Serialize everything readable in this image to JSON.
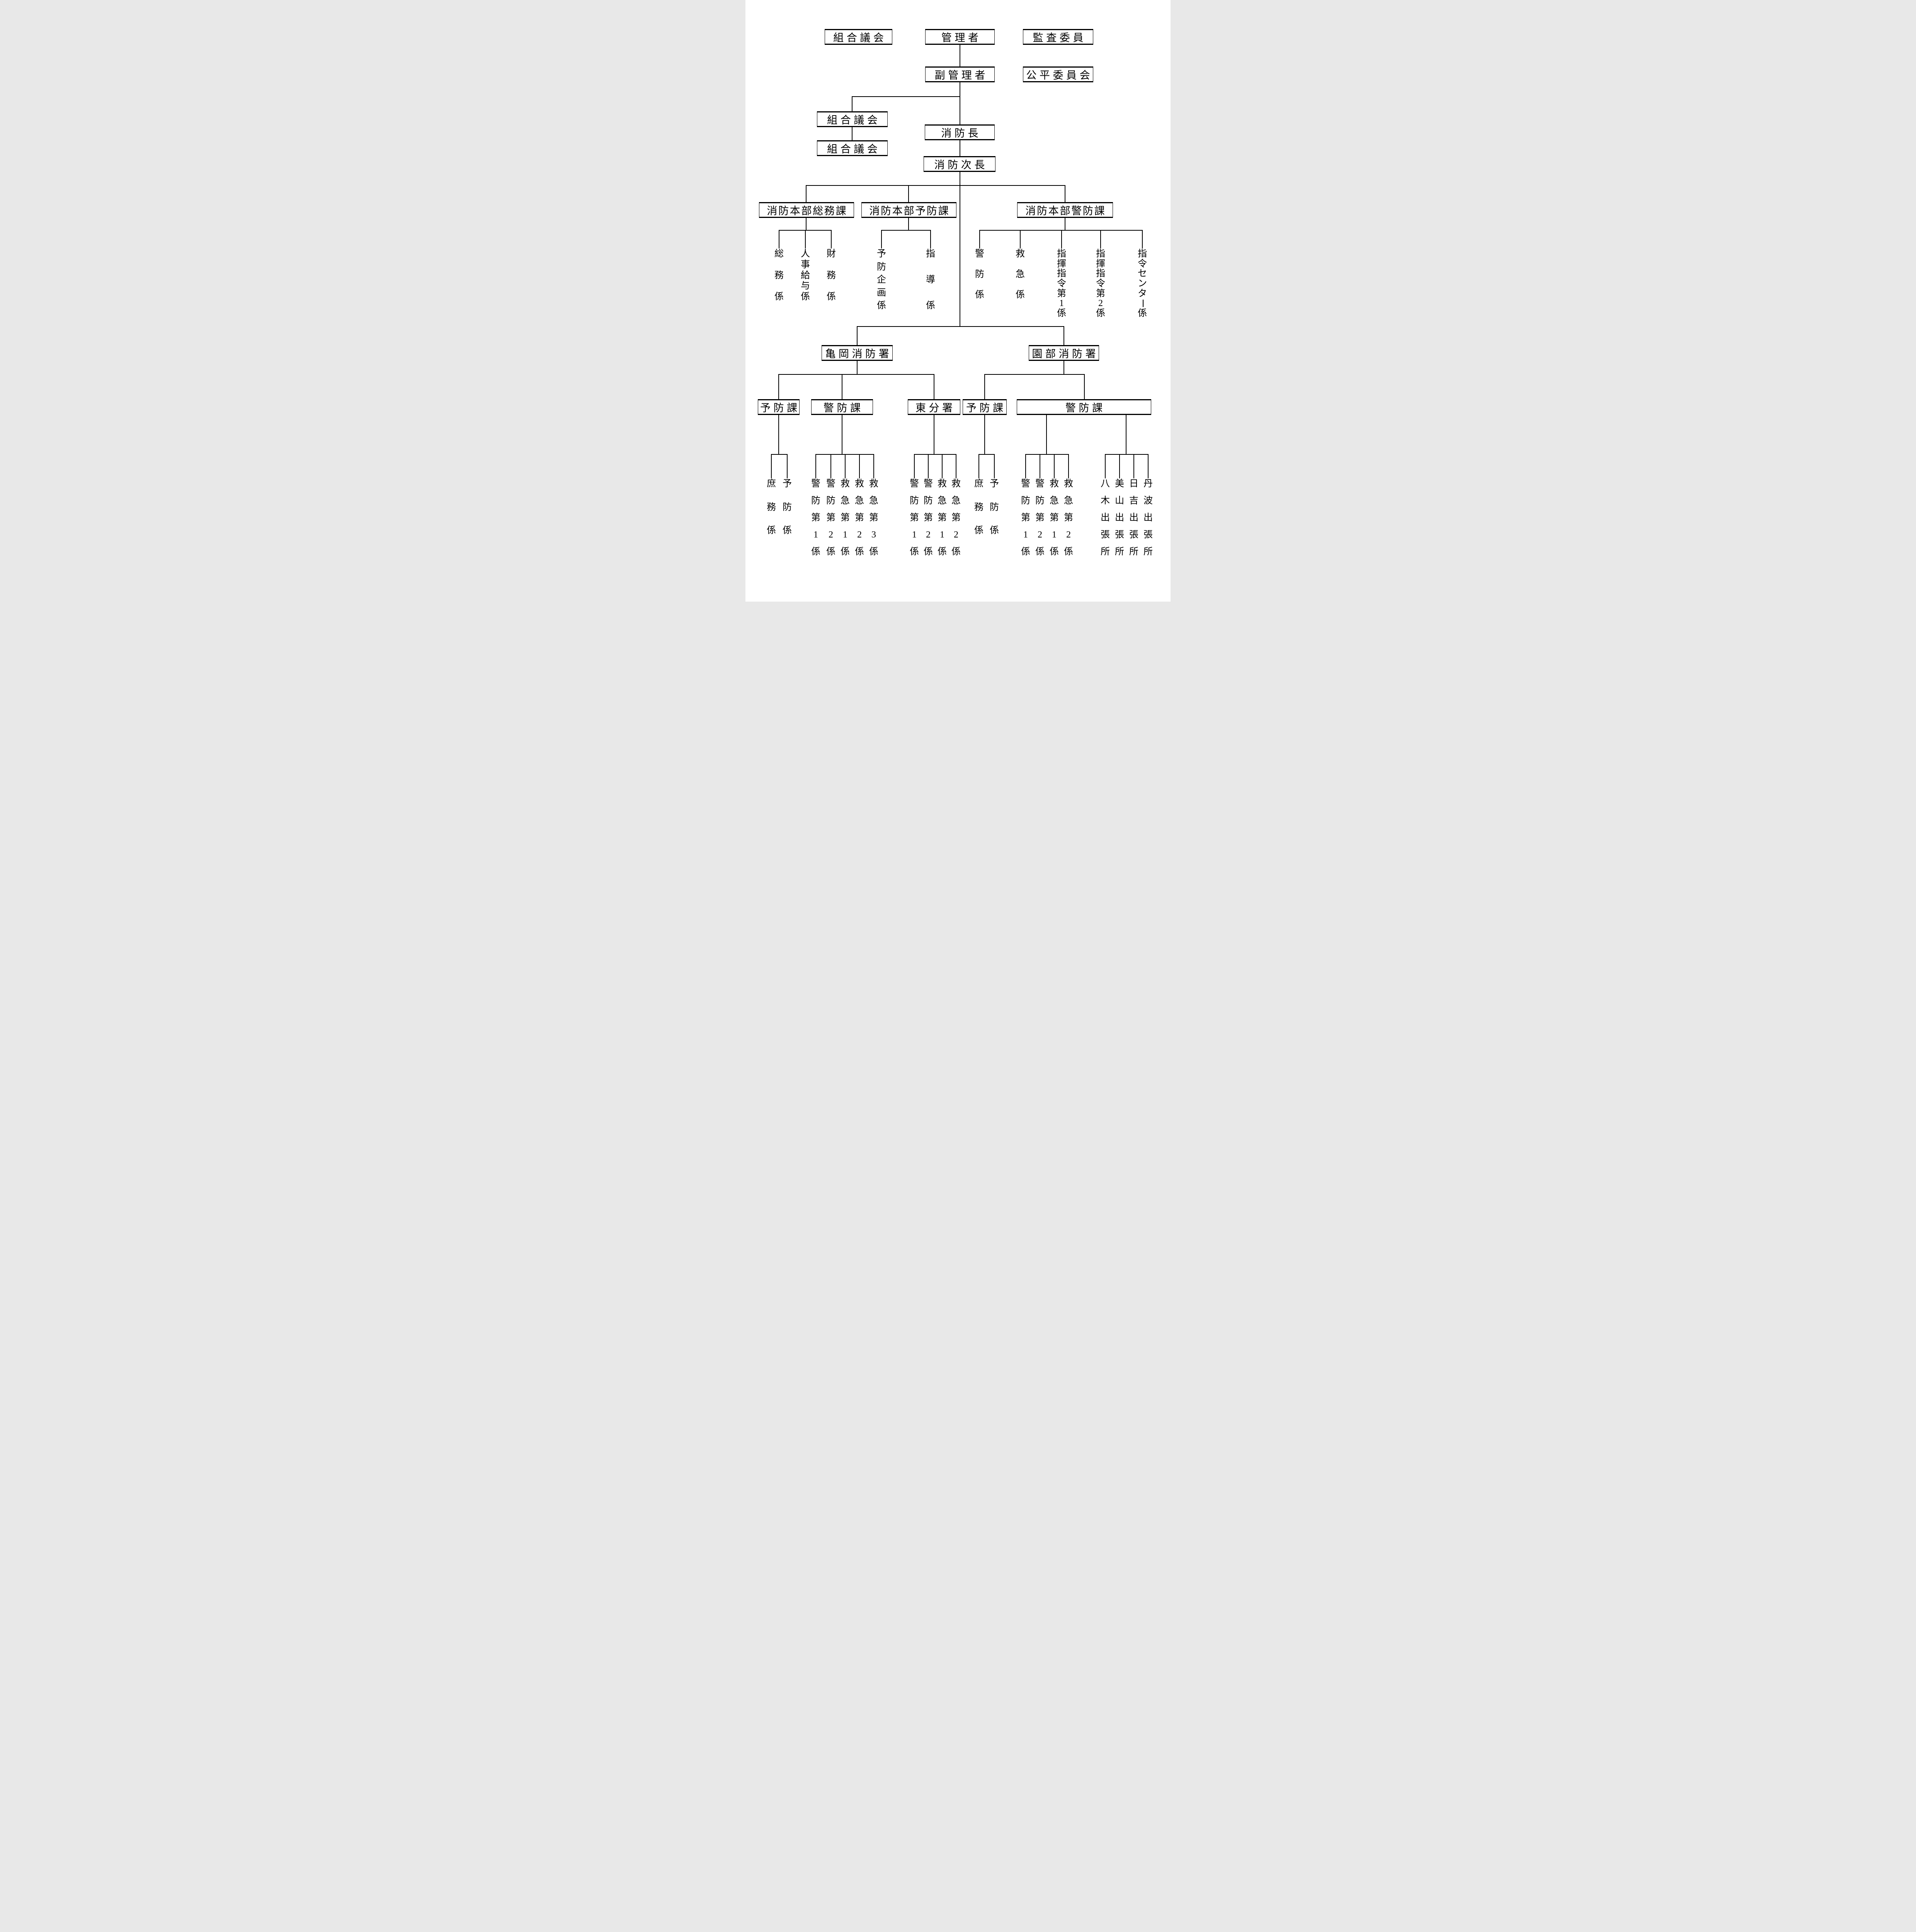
{
  "document": {
    "type": "org-chart",
    "background_color": "#ffffff",
    "line_color": "#000000",
    "text_color": "#000000"
  },
  "nodes": [
    {
      "id": "union-council-top",
      "label": "組合議会"
    },
    {
      "id": "administrator",
      "label": "管理者"
    },
    {
      "id": "audit-committee",
      "label": "監査委員"
    },
    {
      "id": "deputy-administrator",
      "label": "副管理者"
    },
    {
      "id": "equity-committee",
      "label": "公平委員会"
    },
    {
      "id": "union-council-2",
      "label": "組合議会"
    },
    {
      "id": "union-council-3",
      "label": "組合議会"
    },
    {
      "id": "fire-chief",
      "label": "消防長"
    },
    {
      "id": "deputy-fire-chief",
      "label": "消防次長"
    },
    {
      "id": "hq-general-affairs-division",
      "label": "消防本部総務課"
    },
    {
      "id": "hq-prevention-division",
      "label": "消防本部予防課"
    },
    {
      "id": "hq-defense-division",
      "label": "消防本部警防課"
    },
    {
      "id": "kameoka-fire-station",
      "label": "亀岡消防署"
    },
    {
      "id": "sonobe-fire-station",
      "label": "園部消防署"
    },
    {
      "id": "kameoka-prevention-section",
      "label": "予防課"
    },
    {
      "id": "kameoka-defense-section",
      "label": "警防課"
    },
    {
      "id": "higashi-branch-station",
      "label": "東分署"
    },
    {
      "id": "sonobe-prevention-section",
      "label": "予防課"
    },
    {
      "id": "sonobe-defense-section",
      "label": "警防課"
    },
    {
      "id": "general-affairs-unit",
      "label": "総務係"
    },
    {
      "id": "personnel-payroll-unit",
      "label": "人事給与係"
    },
    {
      "id": "finance-unit",
      "label": "財務係"
    },
    {
      "id": "prevention-planning-unit",
      "label": "予防企画係"
    },
    {
      "id": "guidance-unit",
      "label": "指導係"
    },
    {
      "id": "defense-unit",
      "label": "警防係"
    },
    {
      "id": "ambulance-unit",
      "label": "救急係"
    },
    {
      "id": "command-dispatch-1-unit",
      "label": "指揮指令第1係"
    },
    {
      "id": "command-dispatch-2-unit",
      "label": "指揮指令第2係"
    },
    {
      "id": "dispatch-center-unit",
      "label": "指令センター係"
    },
    {
      "id": "kameoka-general-unit",
      "label": "庶務係"
    },
    {
      "id": "kameoka-prevention-unit",
      "label": "予防係"
    },
    {
      "id": "kameoka-defense-1-unit",
      "label": "警防第1係"
    },
    {
      "id": "kameoka-defense-2-unit",
      "label": "警防第2係"
    },
    {
      "id": "kameoka-ambulance-1-unit",
      "label": "救急第1係"
    },
    {
      "id": "kameoka-ambulance-2-unit",
      "label": "救急第2係"
    },
    {
      "id": "kameoka-ambulance-3-unit",
      "label": "救急第3係"
    },
    {
      "id": "higashi-defense-1-unit",
      "label": "警防第1係"
    },
    {
      "id": "higashi-defense-2-unit",
      "label": "警防第2係"
    },
    {
      "id": "higashi-ambulance-1-unit",
      "label": "救急第1係"
    },
    {
      "id": "higashi-ambulance-2-unit",
      "label": "救急第2係"
    },
    {
      "id": "sonobe-general-unit",
      "label": "庶務係"
    },
    {
      "id": "sonobe-prevention-unit",
      "label": "予防係"
    },
    {
      "id": "sonobe-defense-1-unit",
      "label": "警防第1係"
    },
    {
      "id": "sonobe-defense-2-unit",
      "label": "警防第2係"
    },
    {
      "id": "sonobe-ambulance-1-unit",
      "label": "救急第1係"
    },
    {
      "id": "sonobe-ambulance-2-unit",
      "label": "救急第2係"
    },
    {
      "id": "yagi-branch-office",
      "label": "八木出張所"
    },
    {
      "id": "miyama-branch-office",
      "label": "美山出張所"
    },
    {
      "id": "hiyoshi-branch-office",
      "label": "日吉出張所"
    },
    {
      "id": "tanba-branch-office",
      "label": "丹波出張所"
    }
  ]
}
